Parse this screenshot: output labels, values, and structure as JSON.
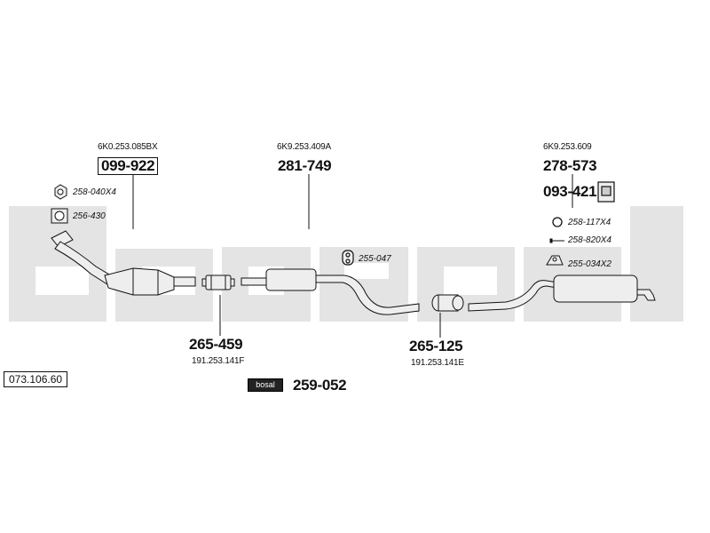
{
  "catalog_number": "073.106.60",
  "watermark": "bosal",
  "parts": {
    "front_pipe": {
      "oe": "6K0.253.085BX",
      "number": "099-922"
    },
    "center_silencer": {
      "oe": "6K9.253.409A",
      "number": "281-749"
    },
    "rear_silencer": {
      "oe": "6K9.253.609",
      "number": "278-573"
    },
    "clamp_1": {
      "number": "265-459",
      "oe": "191.253.141F"
    },
    "clamp_2": {
      "number": "265-125",
      "oe": "191.253.141E"
    },
    "rubber_mount": {
      "number": "093-421"
    },
    "mounting_kit": {
      "number": "259-052"
    },
    "nut": {
      "number": "258-040X4"
    },
    "gasket": {
      "number": "256-430"
    },
    "hanger": {
      "number": "255-047"
    },
    "ring": {
      "number": "258-117X4"
    },
    "bolt": {
      "number": "258-820X4"
    },
    "bracket": {
      "number": "255-034X2"
    }
  },
  "colors": {
    "line": "#111111",
    "part_fill": "#eeeeee",
    "watermark": "#e4e4e4"
  }
}
